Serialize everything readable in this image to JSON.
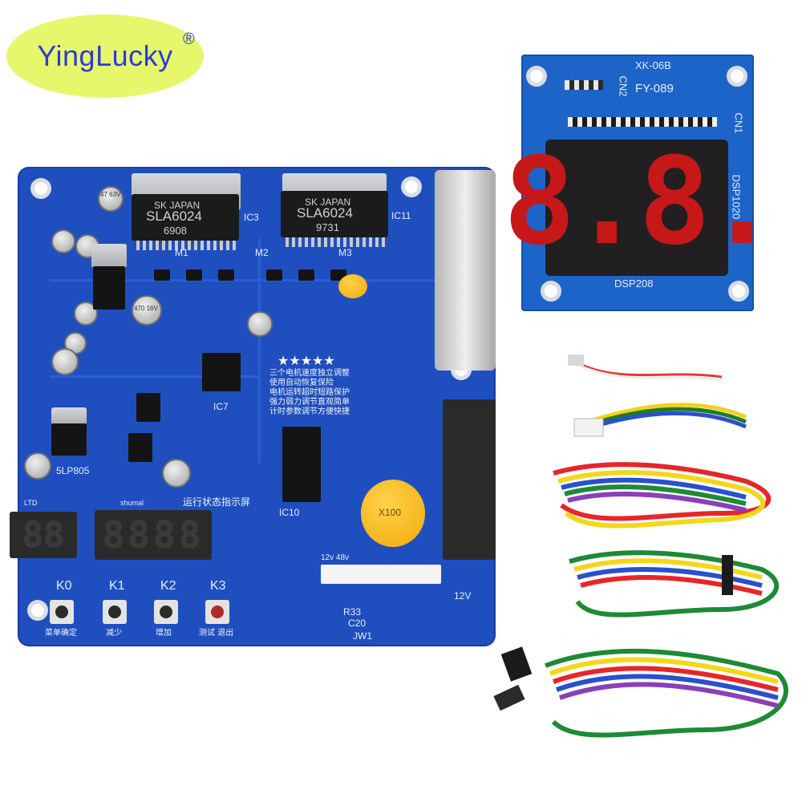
{
  "brand": {
    "name": "YingLucky",
    "registered_mark": "®",
    "badge_color": "#e7f76c",
    "text_color": "#2c3bd6"
  },
  "main_board": {
    "color": "#1f4fbf",
    "ic_left_brand": "SK JAPAN",
    "ic_left_model": "SLA6024",
    "ic_left_code": "6908",
    "ic_right_brand": "SK JAPAN",
    "ic_right_model": "SLA6024",
    "ic_right_code": "9731",
    "ic3_label": "IC3",
    "ic11_label": "IC11",
    "m1": "M1",
    "m2": "M2",
    "m3": "M3",
    "ic7": "IC7",
    "ic10": "IC10",
    "regulator_label": "5LP805",
    "stars": "★★★★★",
    "feature_lines": [
      "三个电机速度独立调整",
      "使用自动恢复保险",
      "电机运转超时短路保护",
      "强力弱力调节直观简单",
      "计时参数调节方便快捷"
    ],
    "status_title": "运行状态指示屏",
    "display_small_label": "LTD",
    "display_large_label": "shumal",
    "small_display": "88",
    "large_display": "8888",
    "buttons": [
      {
        "key": "K0",
        "caption": "菜单确定"
      },
      {
        "key": "K1",
        "caption": "减少"
      },
      {
        "key": "K2",
        "caption": "增加"
      },
      {
        "key": "K3",
        "caption": "测试  退出"
      }
    ],
    "voltage_labels": "12v 48v",
    "voltage_12v": "12V",
    "jw1": "JW1",
    "c20": "C20",
    "r33": "R33",
    "cap_text": "47 63V",
    "cap2_text": "470 16V",
    "yellow_disc_text": "X100"
  },
  "display_module": {
    "color": "#1d64c9",
    "model_top": "XK-06B",
    "model_sub": "FY-089",
    "cn2": "CN2",
    "cn1": "CN1",
    "dsp_side": "DSP1020",
    "dsp_bottom": "DSP208",
    "digits": "8.8.",
    "digit_color": "#c61818"
  }
}
